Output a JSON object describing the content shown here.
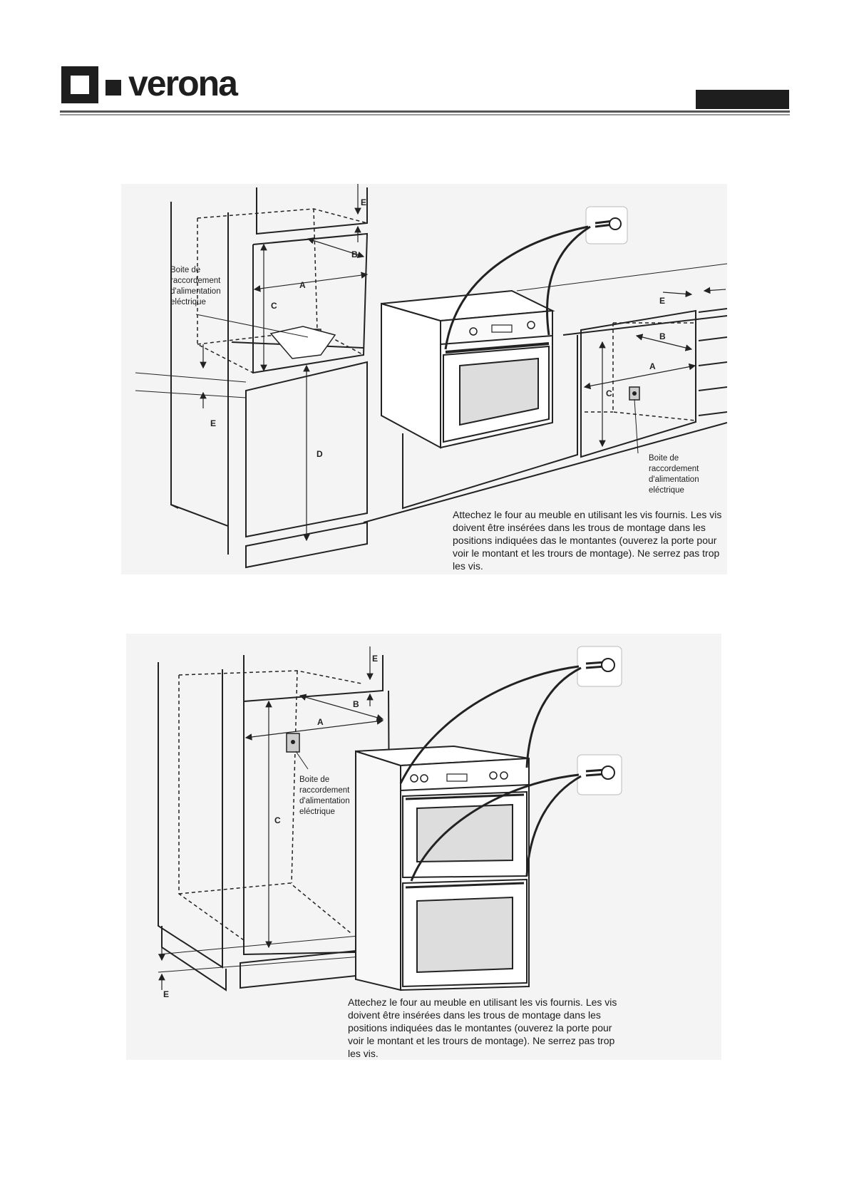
{
  "header": {
    "brand": "verona"
  },
  "figure_1": {
    "labels": [
      "A",
      "B",
      "C",
      "D",
      "E"
    ],
    "callout_left": "Boite de\nraccordement\nd'alimentation\n eléctrique",
    "callout_right": "Boite de\nraccordement\nd'alimentation\n eléctrique",
    "caption": "Attechez le four au meuble en utilisant les vis fournis. Les vis\ndoivent être insérées dans les trous de montage dans les\npositions indiquées das le montantes (ouverez la porte pour\nvoir le montant et les trours de montage). Ne serrez pas trop\nles vis."
  },
  "figure_2": {
    "labels": [
      "A",
      "B",
      "C",
      "E"
    ],
    "callout": "Boite de\nraccordement\nd'alimentation\n eléctrique",
    "caption": "Attechez le four au meuble en utilisant les vis fournis. Les vis\ndoivent être insérées dans les trous de montage dans les\npositions indiquées das le montantes (ouverez la porte pour\nvoir le montant et les trours de montage). Ne serrez pas trop\nles vis."
  }
}
